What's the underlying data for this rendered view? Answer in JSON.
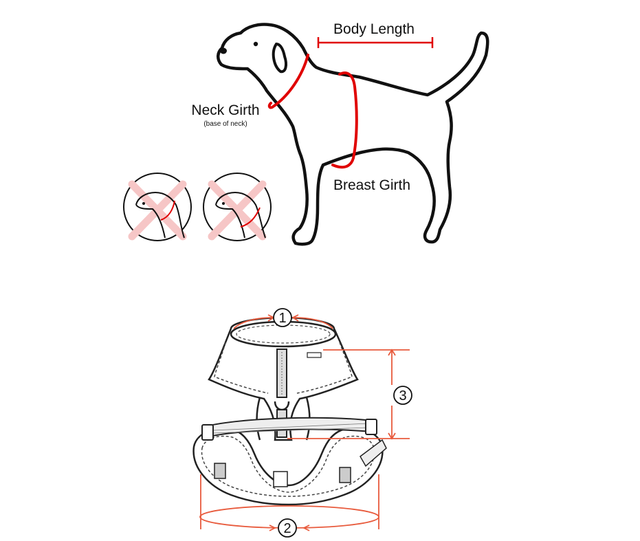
{
  "dog_diagram": {
    "labels": {
      "body_length": "Body Length",
      "neck_girth": "Neck Girth",
      "neck_girth_note": "(base of neck)",
      "breast_girth": "Breast Girth"
    }
  },
  "harness_diagram": {
    "markers": {
      "neck": "1",
      "chest": "2",
      "length": "3"
    }
  },
  "colors": {
    "outline": "#111111",
    "measure_red": "#e00000",
    "cross_pink": "#f6c6c6",
    "dimension_line": "#e85a3c"
  },
  "icons": {
    "wrong_example": "x-cross-icon",
    "harness": "harness-icon",
    "dog": "dog-silhouette"
  }
}
